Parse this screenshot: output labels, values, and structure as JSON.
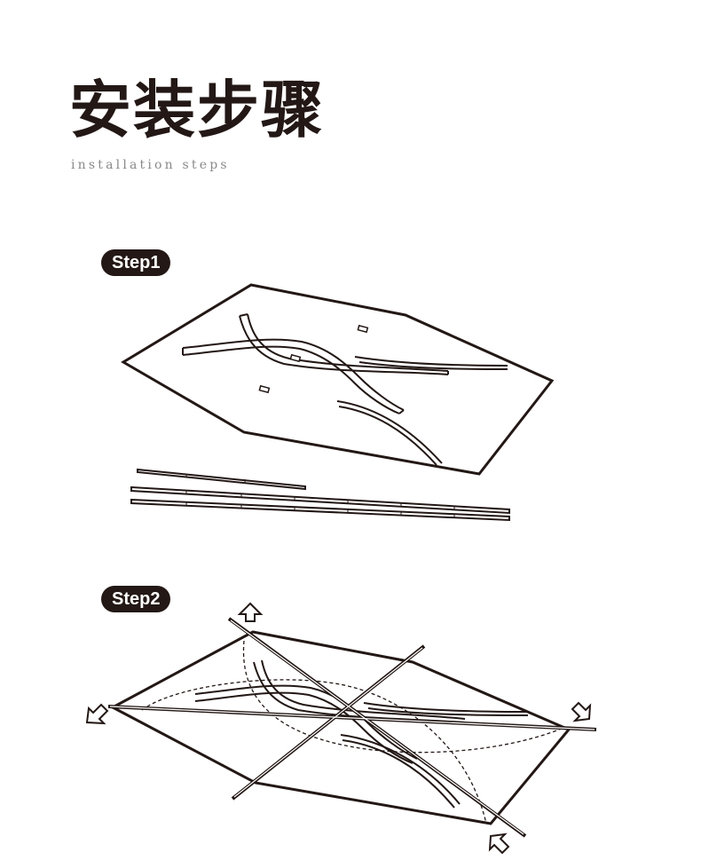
{
  "header": {
    "title": "安装步骤",
    "subtitle": "installation steps"
  },
  "steps": [
    {
      "label": "Step1"
    },
    {
      "label": "Step2"
    }
  ],
  "colors": {
    "ink": "#231815",
    "muted": "#8a8a8a",
    "background": "#ffffff"
  },
  "icons": [
    "arrow-up-icon",
    "arrow-left-down-icon",
    "arrow-right-down-icon",
    "arrow-up-left-icon"
  ]
}
